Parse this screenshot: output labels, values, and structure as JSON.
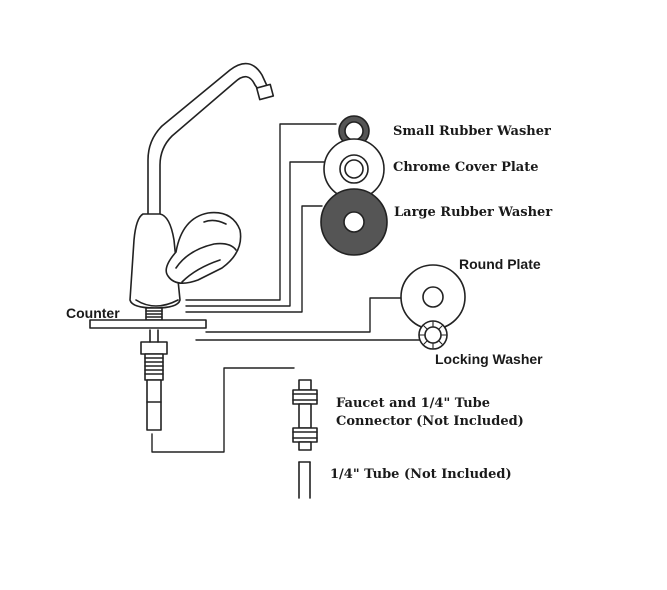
{
  "labels": {
    "small_rubber_washer": "Small Rubber Washer",
    "chrome_cover_plate": "Chrome Cover Plate",
    "large_rubber_washer": "Large Rubber Washer",
    "round_plate": "Round Plate",
    "counter": "Counter",
    "locking_washer": "Locking Washer",
    "faucet_connector_line1": "Faucet and 1/4\" Tube",
    "faucet_connector_line2": "Connector (Not Included)",
    "tube": "1/4\" Tube (Not Included)"
  },
  "colors": {
    "line": "#222222",
    "washer_fill": "#555555",
    "background": "#ffffff"
  }
}
